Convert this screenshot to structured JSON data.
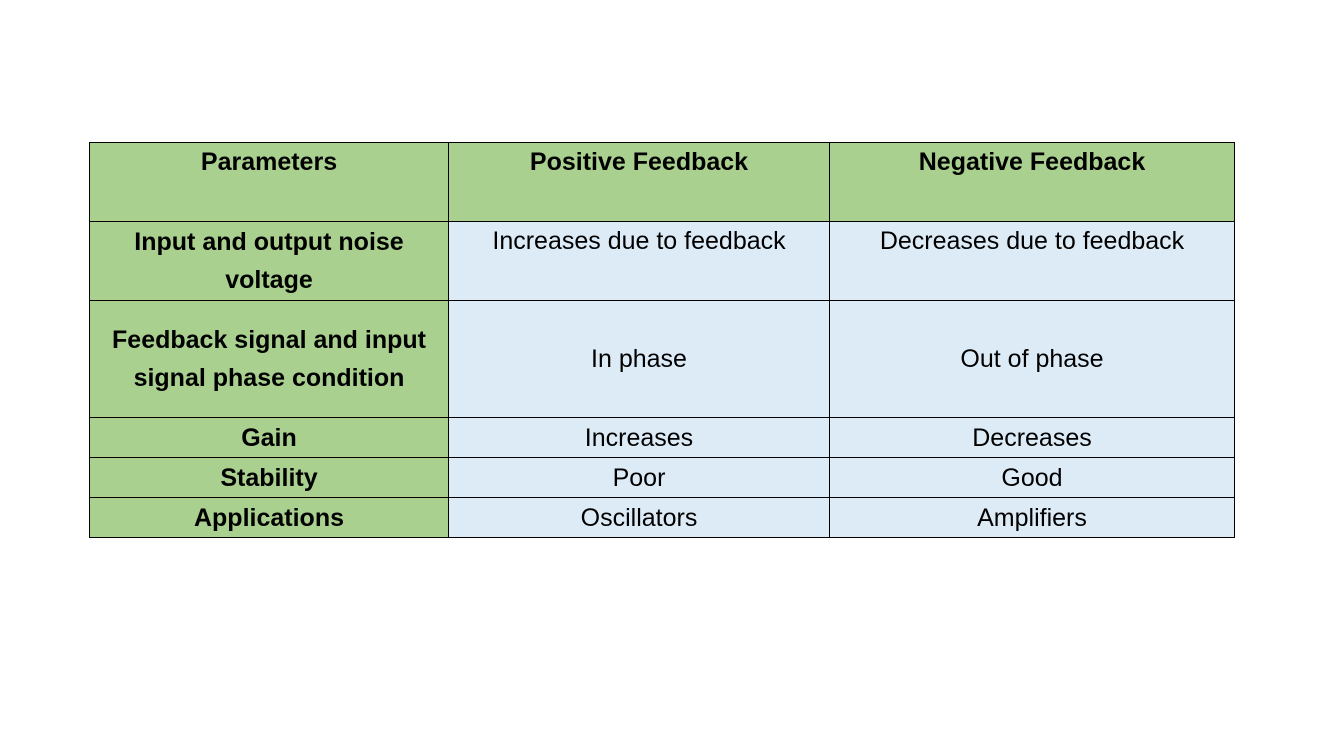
{
  "table": {
    "headers": [
      "Parameters",
      "Positive Feedback",
      "Negative Feedback"
    ],
    "rows": [
      {
        "parameter": "Input and output noise voltage",
        "positive": "Increases due to feedback",
        "negative": "Decreases due to feedback"
      },
      {
        "parameter": "Feedback signal and input signal phase condition",
        "positive": "In phase",
        "negative": "Out of phase"
      },
      {
        "parameter": "Gain",
        "positive": "Increases",
        "negative": "Decreases"
      },
      {
        "parameter": "Stability",
        "positive": "Poor",
        "negative": "Good"
      },
      {
        "parameter": "Applications",
        "positive": "Oscillators",
        "negative": "Amplifiers"
      }
    ],
    "colors": {
      "header_bg": "#a9d08e",
      "cell_bg": "#ddebf7",
      "border": "#000000"
    }
  }
}
